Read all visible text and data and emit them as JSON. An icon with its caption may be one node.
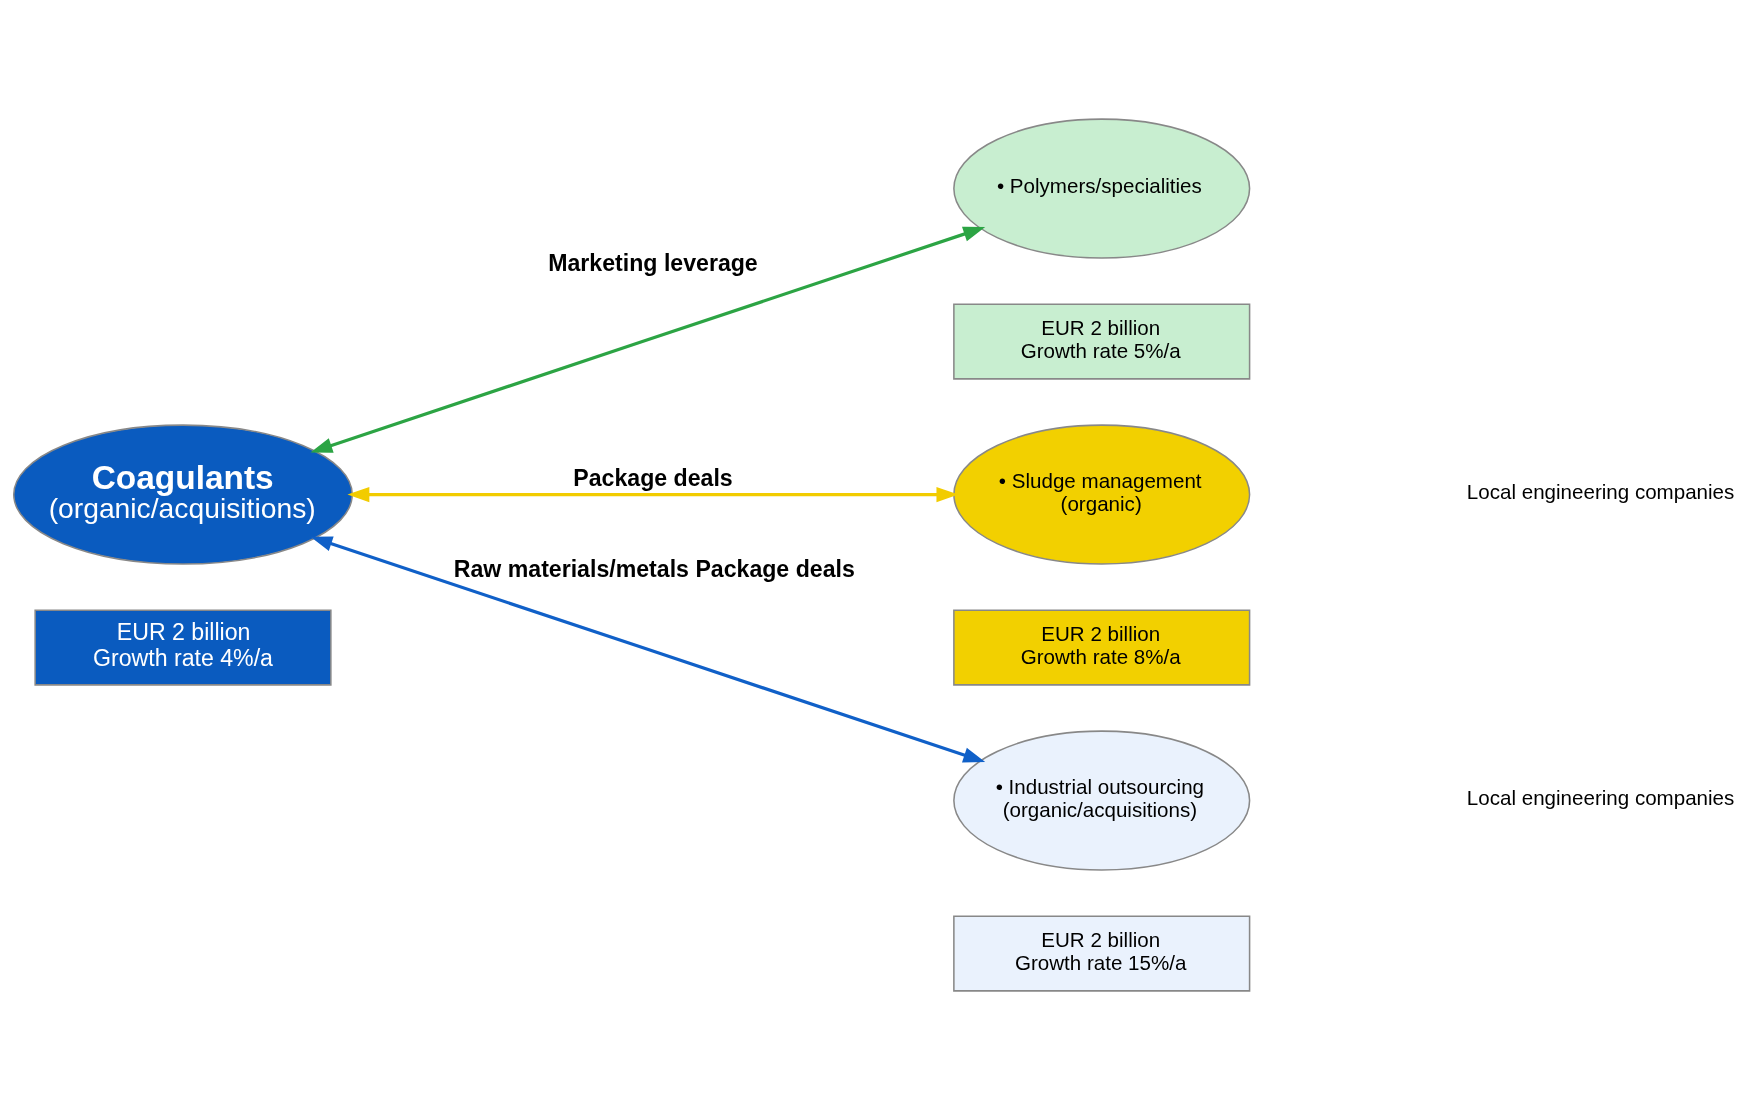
{
  "diagram": {
    "nodes": [
      {
        "text": [
          "Coagulants",
          "(organic/acquisitions)"
        ]
      },
      {
        "text": [
          "EUR 2 billion",
          "Growth rate 4%/a"
        ]
      },
      {
        "text": [
          "• Polymers/specialities"
        ]
      },
      {
        "text": [
          "EUR 2 billion",
          "Growth rate 5%/a"
        ]
      },
      {
        "text": [
          "• Sludge management",
          "(organic)"
        ]
      },
      {
        "text": [
          "EUR 2 billion",
          "Growth rate 8%/a"
        ]
      },
      {
        "text": [
          "• Industrial outsourcing",
          "(organic/acquisitions)"
        ]
      },
      {
        "text": [
          "EUR 2 billion",
          "Growth rate 15%/a"
        ]
      }
    ],
    "edges": [
      {
        "from": 0,
        "to": 2,
        "arrow": "both",
        "label": "Marketing leverage",
        "color": "#2ca444"
      },
      {
        "from": 0,
        "to": 4,
        "arrow": "both",
        "label": "Package deals",
        "color": "#f2cc00"
      },
      {
        "from": 0,
        "to": 6,
        "arrow": "both",
        "label": "Raw materials/metals Package deals",
        "color": "#1060c8"
      }
    ],
    "labels": [
      "Local engineering companies",
      "Local engineering companies"
    ]
  }
}
